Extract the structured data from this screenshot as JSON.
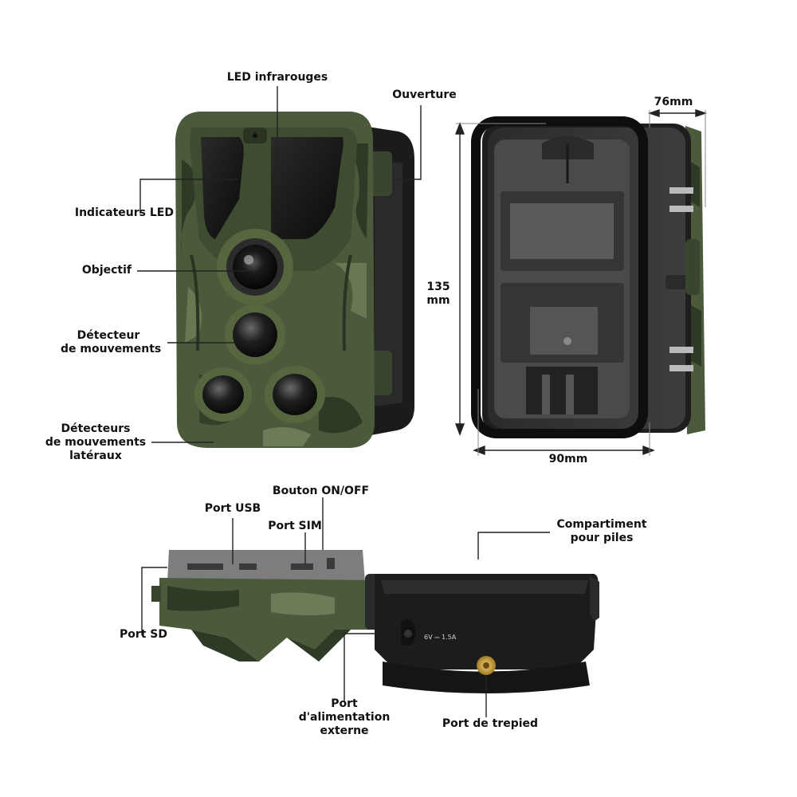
{
  "labels": {
    "led_ir": "LED infrarouges",
    "ouverture": "Ouverture",
    "dim_depth": "76mm",
    "indicateurs_led": "Indicateurs LED",
    "objectif": "Objectif",
    "detecteur": [
      "Détecteur",
      "de mouvements"
    ],
    "detecteurs_lateraux": [
      "Détecteurs",
      "de mouvements",
      "latéraux"
    ],
    "dim_height": [
      "135",
      "mm"
    ],
    "dim_width": "90mm",
    "port_usb": "Port USB",
    "bouton_onoff": "Bouton ON/OFF",
    "port_sim": "Port SIM",
    "compartiment": [
      "Compartiment",
      "pour piles"
    ],
    "port_sd": "Port SD",
    "port_alim": [
      "Port",
      "d'alimentation",
      "externe"
    ],
    "port_trepied": "Port de trepied",
    "power_marking": "6V ⎓ 1.5A"
  },
  "colors": {
    "camo_base": "#4a5a3a",
    "camo_dark": "#2f3a26",
    "camo_light": "#7a8a66",
    "body_black": "#1c1c1c",
    "plastic_grey": "#3a3a3a",
    "lens_dark": "#0e0e0e",
    "brass": "#c9a23a"
  },
  "icons": [
    "camera-front-view",
    "camera-back-view",
    "camera-open-view"
  ]
}
